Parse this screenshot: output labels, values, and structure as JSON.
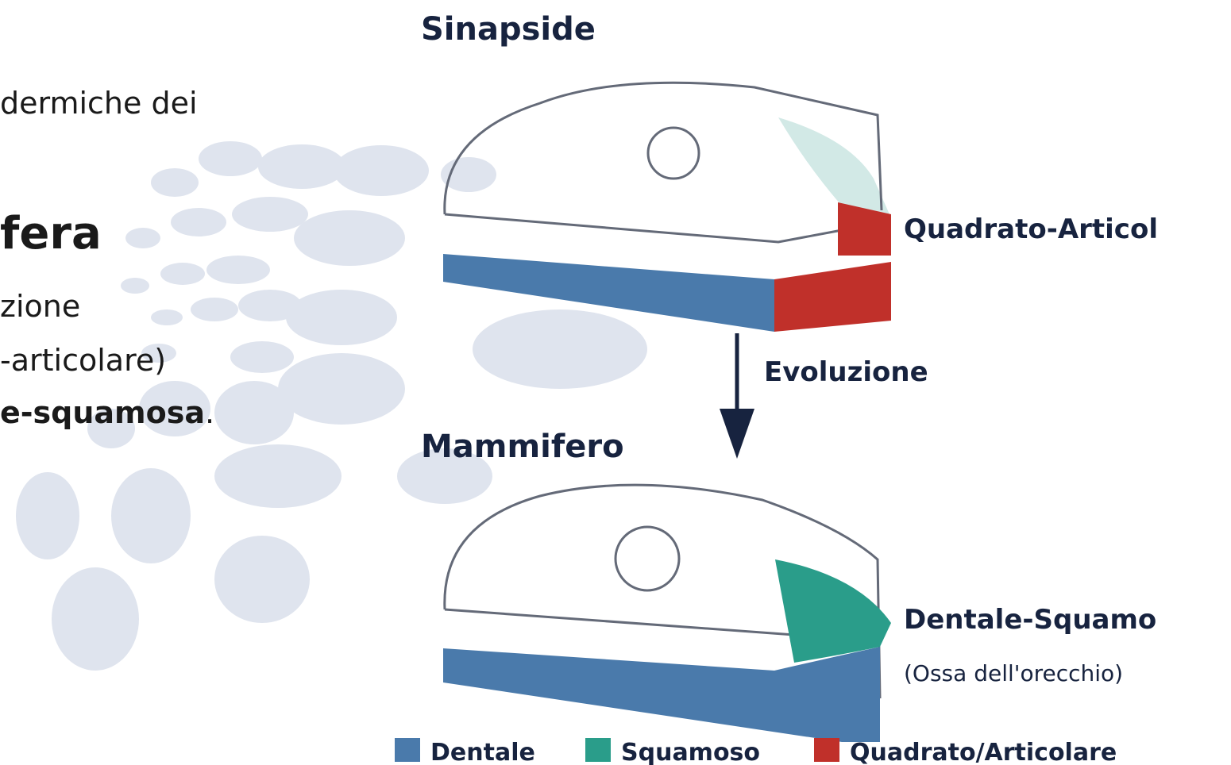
{
  "left_text": {
    "line1": "dermiche dei",
    "heading": "fera",
    "line3": "zione",
    "line4": "-articolare)",
    "line5_bold": "e-squamosa",
    "line5_tail": "."
  },
  "diagram": {
    "top_title": "Sinapside",
    "quadrato_articolare_label": "Quadrato-Articol",
    "evolution_label": "Evoluzione",
    "bottom_title": "Mammifero",
    "dentale_squamoso_label": "Dentale-Squamo",
    "ear_note": "(Ossa dell'orecchio)"
  },
  "legend": {
    "items": [
      {
        "label": "Dentale",
        "color": "#4a7aab"
      },
      {
        "label": "Squamoso",
        "color": "#2a9d8a"
      },
      {
        "label": "Quadrato/Articolare",
        "color": "#c0302a"
      }
    ]
  },
  "colors": {
    "dentale": "#4a7aab",
    "squamoso": "#2a9d8a",
    "squamoso_faded": "#d2e9e6",
    "quadrato": "#c0302a",
    "outline": "#646a78",
    "text": "#17233f",
    "background_dots": "#dfe4ee"
  }
}
